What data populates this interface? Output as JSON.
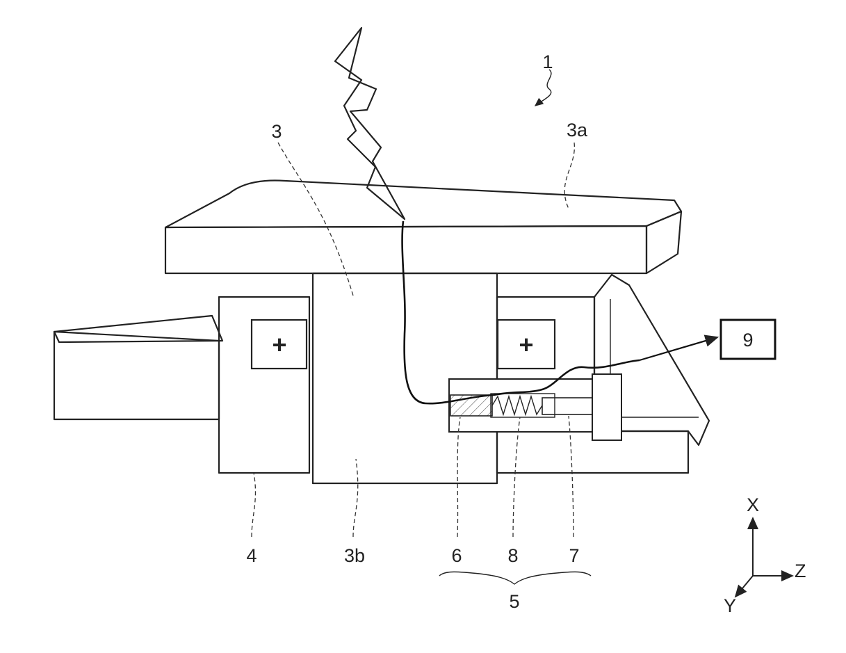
{
  "figure": {
    "labels": {
      "device": "1",
      "component_3": "3",
      "component_3a": "3a",
      "component_3b": "3b",
      "component_4": "4",
      "component_5": "5",
      "component_6": "6",
      "component_7": "7",
      "component_8": "8",
      "component_9": "9"
    },
    "magnet_symbol_left": "+",
    "magnet_symbol_right": "+",
    "axes": {
      "x": "X",
      "y": "Y",
      "z": "Z"
    }
  }
}
